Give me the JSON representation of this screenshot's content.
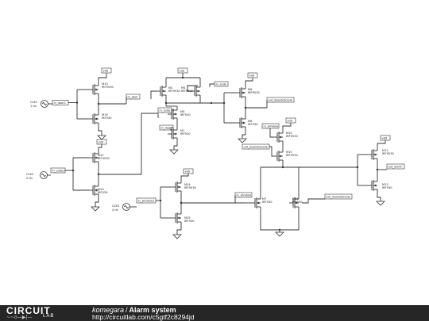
{
  "schematic": {
    "tags": {
      "vdd": "vdd",
      "in_door1": "in_door1",
      "in_door": "in_door",
      "in_code": "in_code",
      "in_code1": "in_code1",
      "in_window": "in_window",
      "in_window1": "in_window1",
      "out_doordotcode": "out_doordotcode",
      "out_alarm": "out_alarm"
    },
    "sources": [
      {
        "id": "clk1",
        "name": "CLK1",
        "freq": "1 Hz"
      },
      {
        "id": "clk2",
        "name": "CLK2",
        "freq": "2 Hz"
      },
      {
        "id": "clk3",
        "name": "CLK3",
        "freq": "4 Hz"
      }
    ],
    "mosfets": [
      {
        "id": "m10",
        "name": "M10",
        "part": "IRF9530"
      },
      {
        "id": "m19",
        "name": "M19",
        "part": "IRF530"
      },
      {
        "id": "m22",
        "name": "M22",
        "part": "IRF9530"
      },
      {
        "id": "m23",
        "name": "M23",
        "part": "IRF530"
      },
      {
        "id": "m2",
        "name": "M2",
        "part": "IRF9530"
      },
      {
        "id": "m4",
        "name": "M4",
        "part": "IRF9530"
      },
      {
        "id": "m5",
        "name": "M5",
        "part": "IRF530"
      },
      {
        "id": "m1",
        "name": "M1",
        "part": "IRF530"
      },
      {
        "id": "m6",
        "name": "M6",
        "part": "IRF9530"
      },
      {
        "id": "m8",
        "name": "M8",
        "part": "IRF530"
      },
      {
        "id": "m24",
        "name": "M24",
        "part": "IRF9530"
      },
      {
        "id": "m25",
        "name": "M25",
        "part": "IRF530"
      },
      {
        "id": "m14",
        "name": "M14",
        "part": "IRF9530"
      },
      {
        "id": "m15",
        "name": "M15",
        "part": "IRF9530"
      },
      {
        "id": "m7",
        "name": "M7",
        "part": "IRF530"
      },
      {
        "id": "m11",
        "name": "M11",
        "part": "IRF530"
      },
      {
        "id": "m12",
        "name": "M12",
        "part": "IRF9530"
      },
      {
        "id": "m13",
        "name": "M13",
        "part": "IRF530"
      }
    ]
  },
  "footer": {
    "logo_top": "CIRCUIT",
    "logo_bottom": "LAB",
    "logo_glyph": "~~o—▶|—",
    "author": "komegara",
    "separator": "/",
    "title": "Alarm system",
    "url": "http://circuitlab.com/c5gtf2c8294jd"
  }
}
